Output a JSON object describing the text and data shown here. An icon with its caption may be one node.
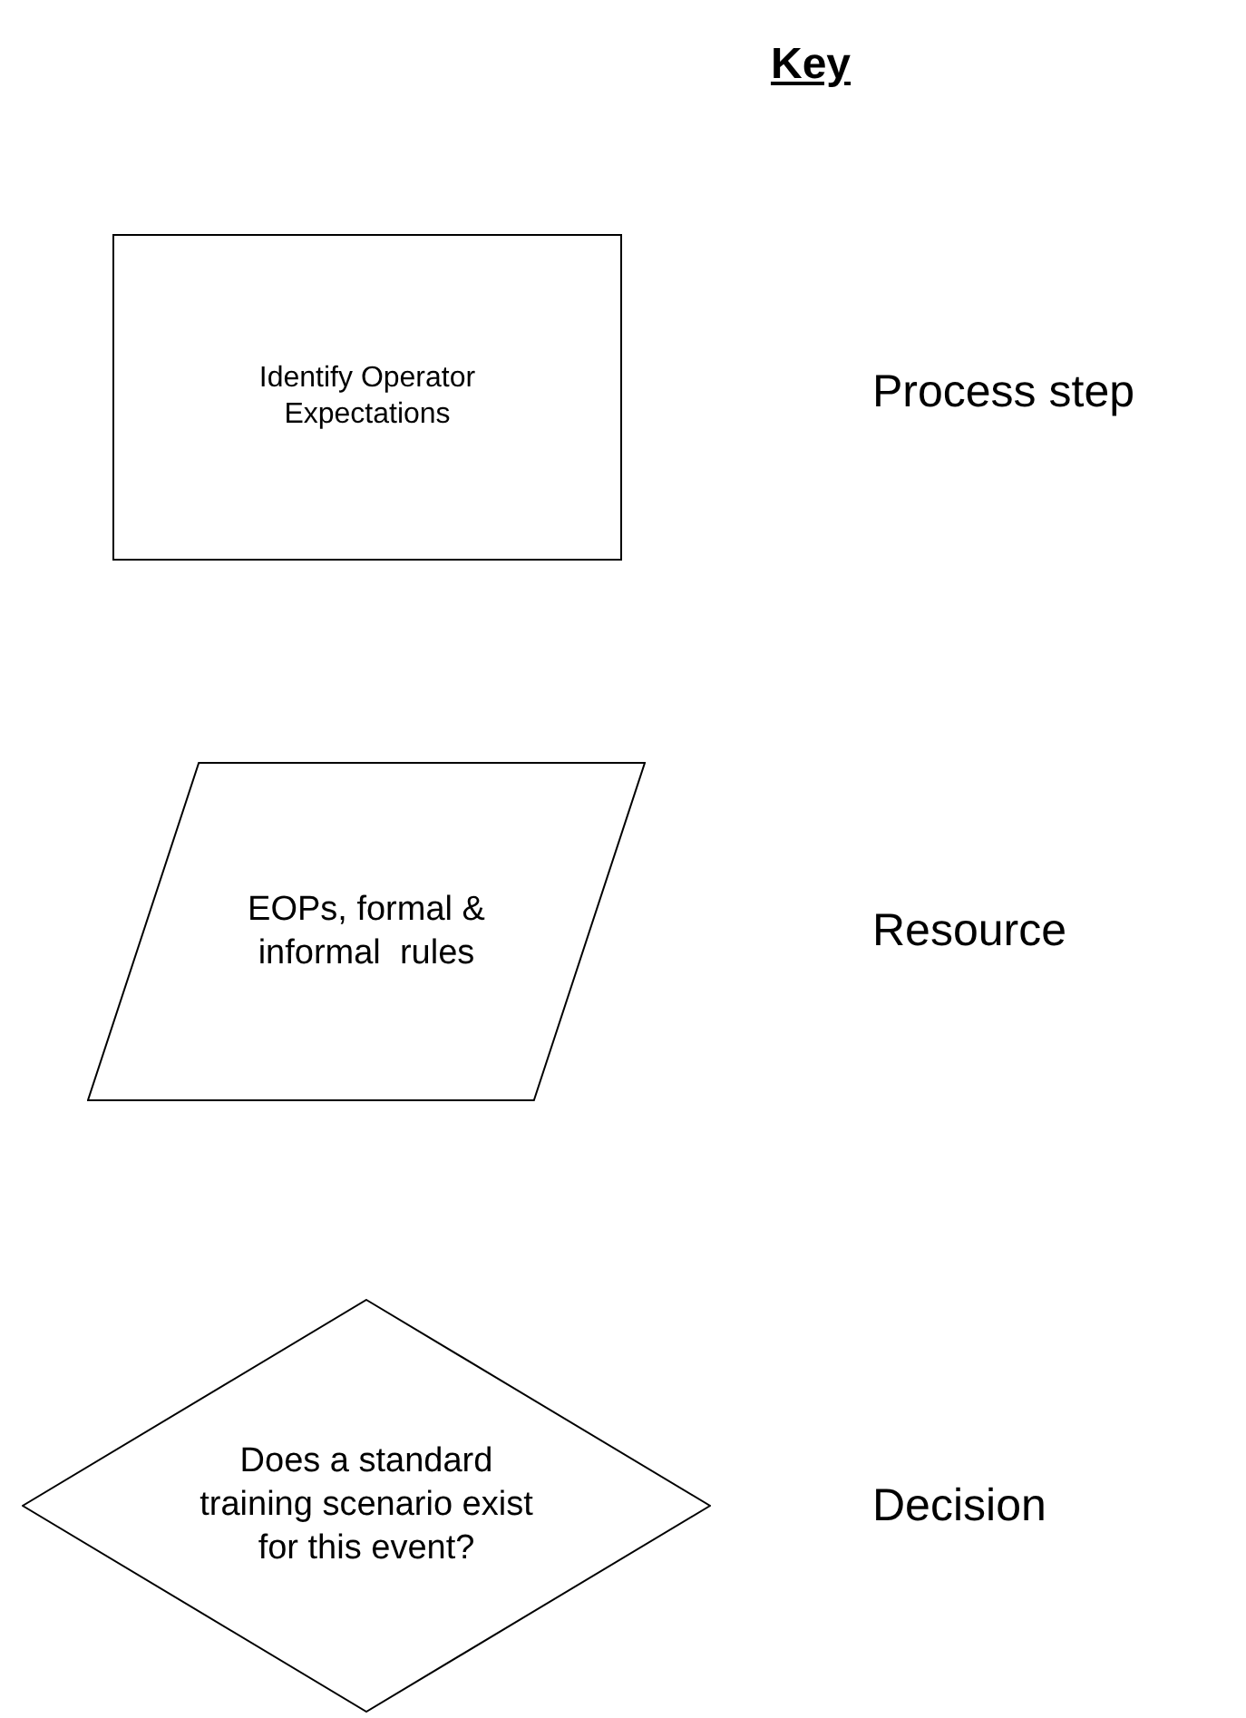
{
  "diagram": {
    "title": "Key",
    "nodes": [
      {
        "text": [
          "Identify Operator Expectations"
        ]
      },
      {
        "text": [
          "EOPs, formal & informal  rules"
        ]
      },
      {
        "text": [
          "Does a standard training scenario exist for this event?"
        ]
      }
    ],
    "labels": [
      "Process step",
      "Resource",
      "Decision"
    ]
  }
}
